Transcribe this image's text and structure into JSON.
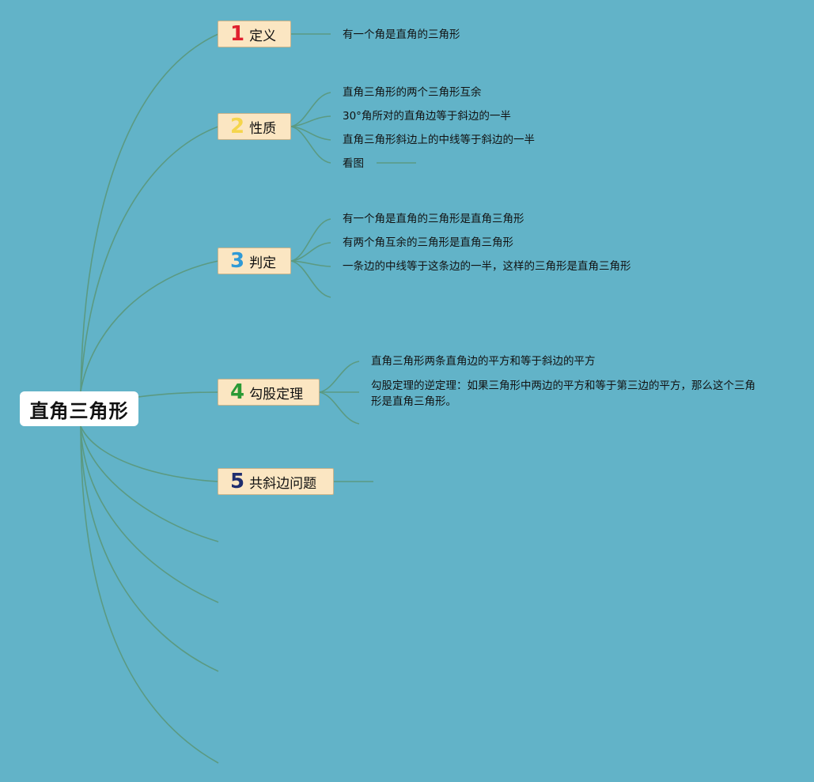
{
  "root": {
    "label": "直角三角形"
  },
  "topics": [
    {
      "number": "1",
      "label": "定义",
      "color": "#e0202e",
      "children": [
        "有一个角是直角的三角形"
      ]
    },
    {
      "number": "2",
      "label": "性质",
      "color": "#f5d54c",
      "children": [
        "直角三角形的两个三角形互余",
        "30°角所对的直角边等于斜边的一半",
        "直角三角形斜边上的中线等于斜边的一半",
        "看图"
      ]
    },
    {
      "number": "3",
      "label": "判定",
      "color": "#2f9ad6",
      "children": [
        "有一个角是直角的三角形是直角三角形",
        "有两个角互余的三角形是直角三角形",
        "一条边的中线等于这条边的一半，这样的三角形是直角三角形"
      ]
    },
    {
      "number": "4",
      "label": "勾股定理",
      "color": "#2a9a35",
      "children": [
        "直角三角形两条直角边的平方和等于斜边的平方",
        "勾股定理的逆定理：如果三角形中两边的平方和等于第三边的平方，那么这个三角形是直角三角形。"
      ]
    },
    {
      "number": "5",
      "label": "共斜边问题",
      "color": "#1f2d6e",
      "children": []
    }
  ],
  "colors": {
    "background": "#62b3c8",
    "connector": "#5b9a82",
    "topic_fill": "#fbe6c2"
  }
}
